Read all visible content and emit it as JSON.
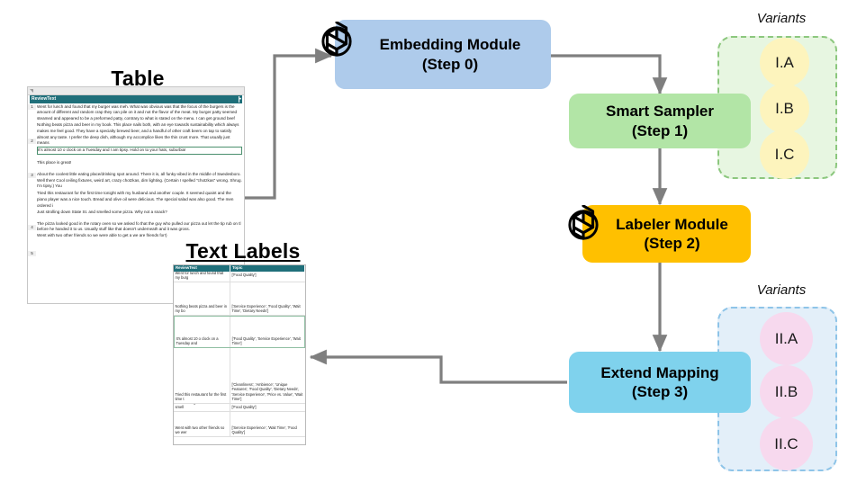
{
  "diagram": {
    "title_table": "Table",
    "title_text_labels": "Text Labels",
    "variants_label_top": "Variants",
    "variants_label_bottom": "Variants",
    "accent_colors": {
      "embedding_box": "#aecbeb",
      "sampler_box": "#b2e5a6",
      "labeler_box": "#ffc000",
      "extend_box": "#7fd2ed",
      "variant_group_top_bg": "#e7f6e1",
      "variant_group_top_border": "#8cc77e",
      "variant_group_bottom_bg": "#e3eff9",
      "variant_group_bottom_border": "#8ec4e8",
      "variant_circle_top": "#fdf4bd",
      "variant_circle_bottom": "#f7d9ee",
      "arrow": "#7f7f7f",
      "table_header": "#1f6f7a"
    },
    "steps": [
      {
        "id": "step0",
        "name": "Embedding Module",
        "step": "(Step 0)",
        "color": "#aecbeb",
        "has_logo": true
      },
      {
        "id": "step1",
        "name": "Smart Sampler",
        "step": "(Step 1)",
        "color": "#b2e5a6",
        "has_logo": false
      },
      {
        "id": "step2",
        "name": "Labeler Module",
        "step": "(Step 2)",
        "color": "#ffc000",
        "has_logo": true
      },
      {
        "id": "step3",
        "name": "Extend Mapping",
        "step": "(Step 3)",
        "color": "#7fd2ed",
        "has_logo": false
      }
    ],
    "variants_top": [
      "I.A",
      "I.B",
      "I.C"
    ],
    "variants_bottom": [
      "II.A",
      "II.B",
      "II.C"
    ]
  },
  "table_reviews": {
    "header": "ReviewText",
    "row_numbers": [
      "1",
      "2",
      "3",
      "4",
      "5",
      "6"
    ],
    "rows": [
      "Went for lunch and found that my burger was meh.  What was obvious was that the focus of the burgers is the amount of different and random crap they can pile on it and not the flavor of the meat.  My burger patty seemed steamed and appeared to be a preformed patty, contrary to what is stated on the menu.    I can get ground beef",
      "Nothing beats pizza and beer in my book. This place nails both, with an eye towards sustainability which always makes me feel good. They have a specialty brewed beer, and a handful of other craft beers on tap to satisfy almost any taste. I prefer the deep dish, although my accomplice likes the thin crust more. That usually just means",
      "It's almost 10 o clock on a Tuesday and I am tipsy. Hold on to your hats, suburbia!",
      "This place is great!",
      "About the coolest little eating place/drinking spot around. There it is, all funky-vibed in the middle of Swedesboro. Well then! Cool ceiling fixtures, weird art, crazy chotzkas, dim lighting. (Certain I spelled \"chotzkas\" wrong. Shrug. I'm tipsy.)  You",
      "Tried this restaurant for the first time tonight with my husband and another couple. It seemed quaint and the piano player was a nice touch. Bread and olive oil were delicious. The special salad was also good. The men ordered i",
      "Just strolling down State St. and smelled some pizza.  Why not a snack?",
      "The pizza looked good in the rotary oven so we asked fo that the guy who pulled our pizza out let the tip rub on tl before he handed it to us.  Usually stuff like that doesn't underneath and it was gross.",
      "Went with two other friends so we were able to get a we are friends for!)"
    ]
  },
  "table_labels": {
    "headers": [
      "ReviewText",
      "Topic"
    ],
    "rows": [
      {
        "review": "Went for lunch and found that my burg",
        "topic": "['Food Quality']"
      },
      {
        "review": "Nothing beats pizza and beer in my bo",
        "topic": "['Service Experience', 'Food Quality', 'Wait Time', 'Dietary Needs']"
      },
      {
        "review": "It's almost 10 o clock on a Tuesday and",
        "topic": "['Food Quality', 'Service Experience', 'Wait Time']"
      },
      {
        "review": "Tried this restaurant for the first time t",
        "topic": "['Cleanliness', 'Ambience', 'Unique Features', 'Food Quality', 'Dietary Needs', 'Service Experience', 'Price vs. Value', 'Wait Time']"
      },
      {
        "review": "Just strolling down State St. and smell",
        "topic": "['Food Quality']"
      },
      {
        "review": "Went with two other friends so we wer",
        "topic": "['Service Experience', 'Wait Time', 'Food Quality']"
      }
    ]
  }
}
